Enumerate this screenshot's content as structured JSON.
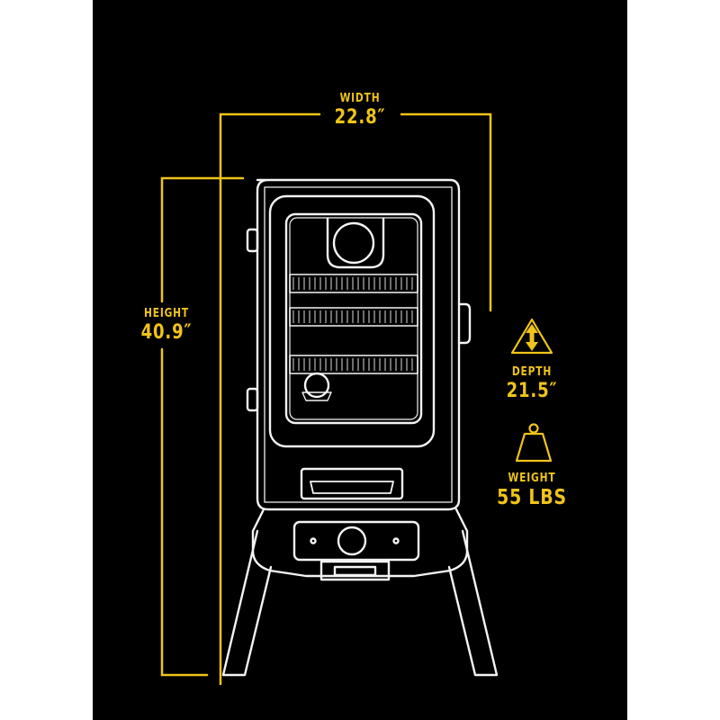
{
  "dimensions": {
    "width": {
      "label": "WIDTH",
      "value": "22.8″"
    },
    "height": {
      "label": "HEIGHT",
      "value": "40.9″"
    },
    "depth": {
      "label": "DEPTH",
      "value": "21.5″"
    },
    "weight": {
      "label": "WEIGHT",
      "value": "55 LBS"
    }
  },
  "icons": {
    "depth": "depth-arrow-icon",
    "weight": "weight-icon"
  },
  "colors": {
    "background": "#000000",
    "accent": "#f0c419",
    "line_art": "#ffffff"
  }
}
